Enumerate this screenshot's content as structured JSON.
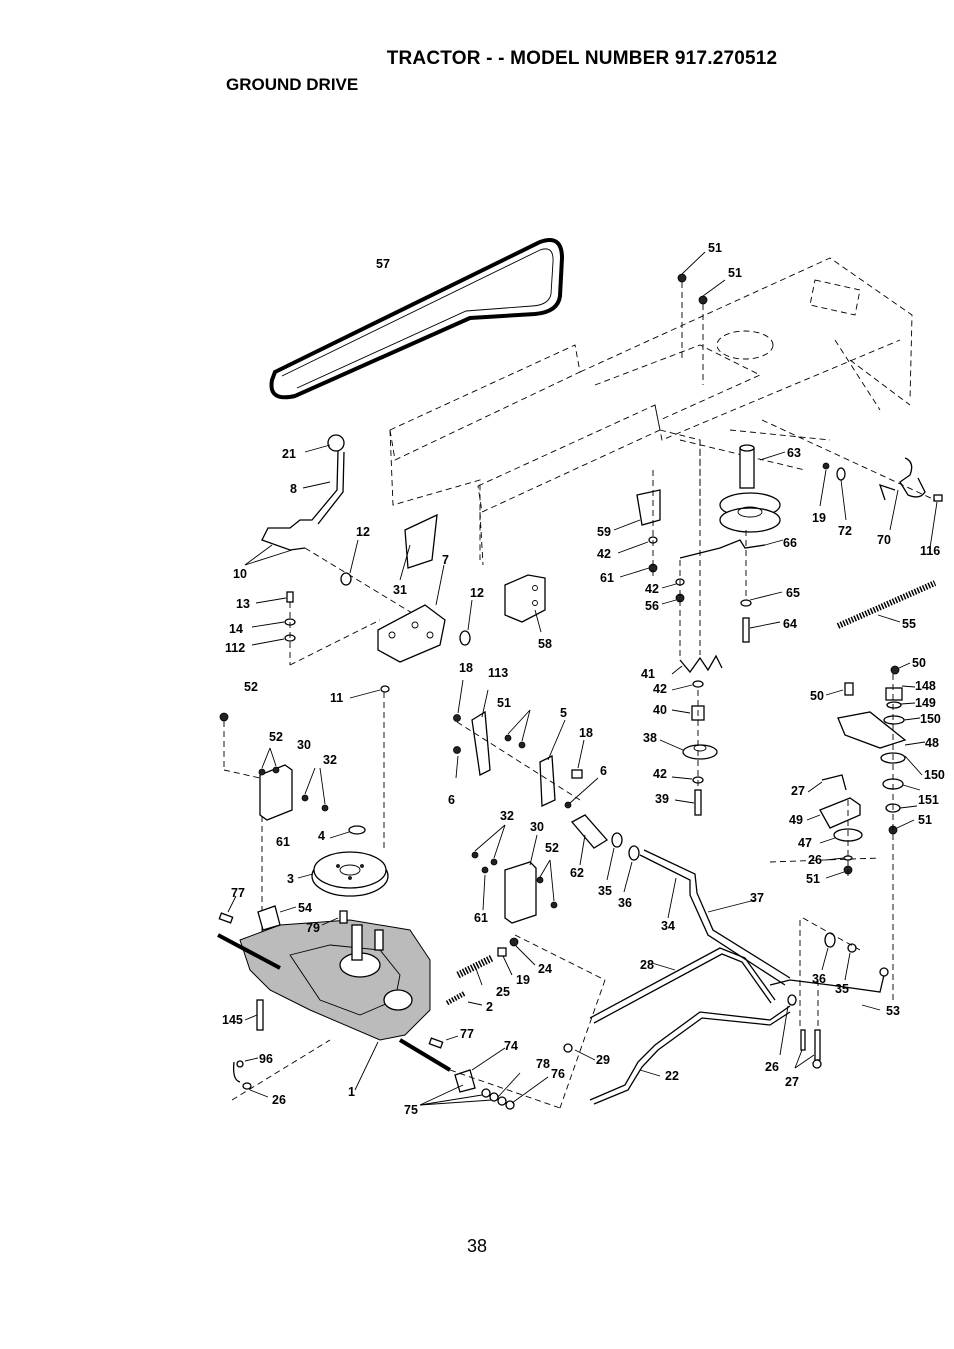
{
  "header": {
    "title": "TRACTOR - - MODEL NUMBER 917.270512",
    "section": "GROUND DRIVE"
  },
  "page_number": "38",
  "part_labels": [
    {
      "id": "p57",
      "text": "57"
    },
    {
      "id": "p51a",
      "text": "51"
    },
    {
      "id": "p51b",
      "text": "51"
    },
    {
      "id": "p21",
      "text": "21"
    },
    {
      "id": "p8",
      "text": "8"
    },
    {
      "id": "p63",
      "text": "63"
    },
    {
      "id": "p19a",
      "text": "19"
    },
    {
      "id": "p72",
      "text": "72"
    },
    {
      "id": "p70",
      "text": "70"
    },
    {
      "id": "p116",
      "text": "116"
    },
    {
      "id": "p12a",
      "text": "12"
    },
    {
      "id": "p10",
      "text": "10"
    },
    {
      "id": "p31",
      "text": "31"
    },
    {
      "id": "p7",
      "text": "7"
    },
    {
      "id": "p12b",
      "text": "12"
    },
    {
      "id": "p59",
      "text": "59"
    },
    {
      "id": "p42a",
      "text": "42"
    },
    {
      "id": "p61a",
      "text": "61"
    },
    {
      "id": "p66",
      "text": "66"
    },
    {
      "id": "p42b",
      "text": "42"
    },
    {
      "id": "p56",
      "text": "56"
    },
    {
      "id": "p65",
      "text": "65"
    },
    {
      "id": "p64",
      "text": "64"
    },
    {
      "id": "p55",
      "text": "55"
    },
    {
      "id": "p13",
      "text": "13"
    },
    {
      "id": "p14",
      "text": "14"
    },
    {
      "id": "p112",
      "text": "112"
    },
    {
      "id": "p58",
      "text": "58"
    },
    {
      "id": "p52a",
      "text": "52"
    },
    {
      "id": "p11",
      "text": "11"
    },
    {
      "id": "p18a",
      "text": "18"
    },
    {
      "id": "p113",
      "text": "113"
    },
    {
      "id": "p41",
      "text": "41"
    },
    {
      "id": "p42c",
      "text": "42"
    },
    {
      "id": "p50a",
      "text": "50"
    },
    {
      "id": "p148",
      "text": "148"
    },
    {
      "id": "p50b",
      "text": "50"
    },
    {
      "id": "p149",
      "text": "149"
    },
    {
      "id": "p150a",
      "text": "150"
    },
    {
      "id": "p51c",
      "text": "51"
    },
    {
      "id": "p5",
      "text": "5"
    },
    {
      "id": "p18b",
      "text": "18"
    },
    {
      "id": "p40",
      "text": "40"
    },
    {
      "id": "p48",
      "text": "48"
    },
    {
      "id": "p52b",
      "text": "52"
    },
    {
      "id": "p30a",
      "text": "30"
    },
    {
      "id": "p32a",
      "text": "32"
    },
    {
      "id": "p38",
      "text": "38"
    },
    {
      "id": "p6a",
      "text": "6"
    },
    {
      "id": "p6b",
      "text": "6"
    },
    {
      "id": "p42d",
      "text": "42"
    },
    {
      "id": "p150b",
      "text": "150"
    },
    {
      "id": "p27a",
      "text": "27"
    },
    {
      "id": "p39",
      "text": "39"
    },
    {
      "id": "p151",
      "text": "151"
    },
    {
      "id": "p61b",
      "text": "61"
    },
    {
      "id": "p32b",
      "text": "32"
    },
    {
      "id": "p30b",
      "text": "30"
    },
    {
      "id": "p49",
      "text": "49"
    },
    {
      "id": "p51d",
      "text": "51"
    },
    {
      "id": "p4",
      "text": "4"
    },
    {
      "id": "p47",
      "text": "47"
    },
    {
      "id": "p52c",
      "text": "52"
    },
    {
      "id": "p26a",
      "text": "26"
    },
    {
      "id": "p62",
      "text": "62"
    },
    {
      "id": "p51e",
      "text": "51"
    },
    {
      "id": "p3",
      "text": "3"
    },
    {
      "id": "p35a",
      "text": "35"
    },
    {
      "id": "p36a",
      "text": "36"
    },
    {
      "id": "p77a",
      "text": "77"
    },
    {
      "id": "p54",
      "text": "54"
    },
    {
      "id": "p61c",
      "text": "61"
    },
    {
      "id": "p37",
      "text": "37"
    },
    {
      "id": "p79",
      "text": "79"
    },
    {
      "id": "p34",
      "text": "34"
    },
    {
      "id": "p24",
      "text": "24"
    },
    {
      "id": "p28",
      "text": "28"
    },
    {
      "id": "p19b",
      "text": "19"
    },
    {
      "id": "p25",
      "text": "25"
    },
    {
      "id": "p36b",
      "text": "36"
    },
    {
      "id": "p35b",
      "text": "35"
    },
    {
      "id": "p2",
      "text": "2"
    },
    {
      "id": "p145",
      "text": "145"
    },
    {
      "id": "p53",
      "text": "53"
    },
    {
      "id": "p77b",
      "text": "77"
    },
    {
      "id": "p74",
      "text": "74"
    },
    {
      "id": "p96",
      "text": "96"
    },
    {
      "id": "p29",
      "text": "29"
    },
    {
      "id": "p78",
      "text": "78"
    },
    {
      "id": "p76",
      "text": "76"
    },
    {
      "id": "p22",
      "text": "22"
    },
    {
      "id": "p26b",
      "text": "26"
    },
    {
      "id": "p1",
      "text": "1"
    },
    {
      "id": "p26c",
      "text": "26"
    },
    {
      "id": "p27b",
      "text": "27"
    },
    {
      "id": "p75",
      "text": "75"
    }
  ]
}
